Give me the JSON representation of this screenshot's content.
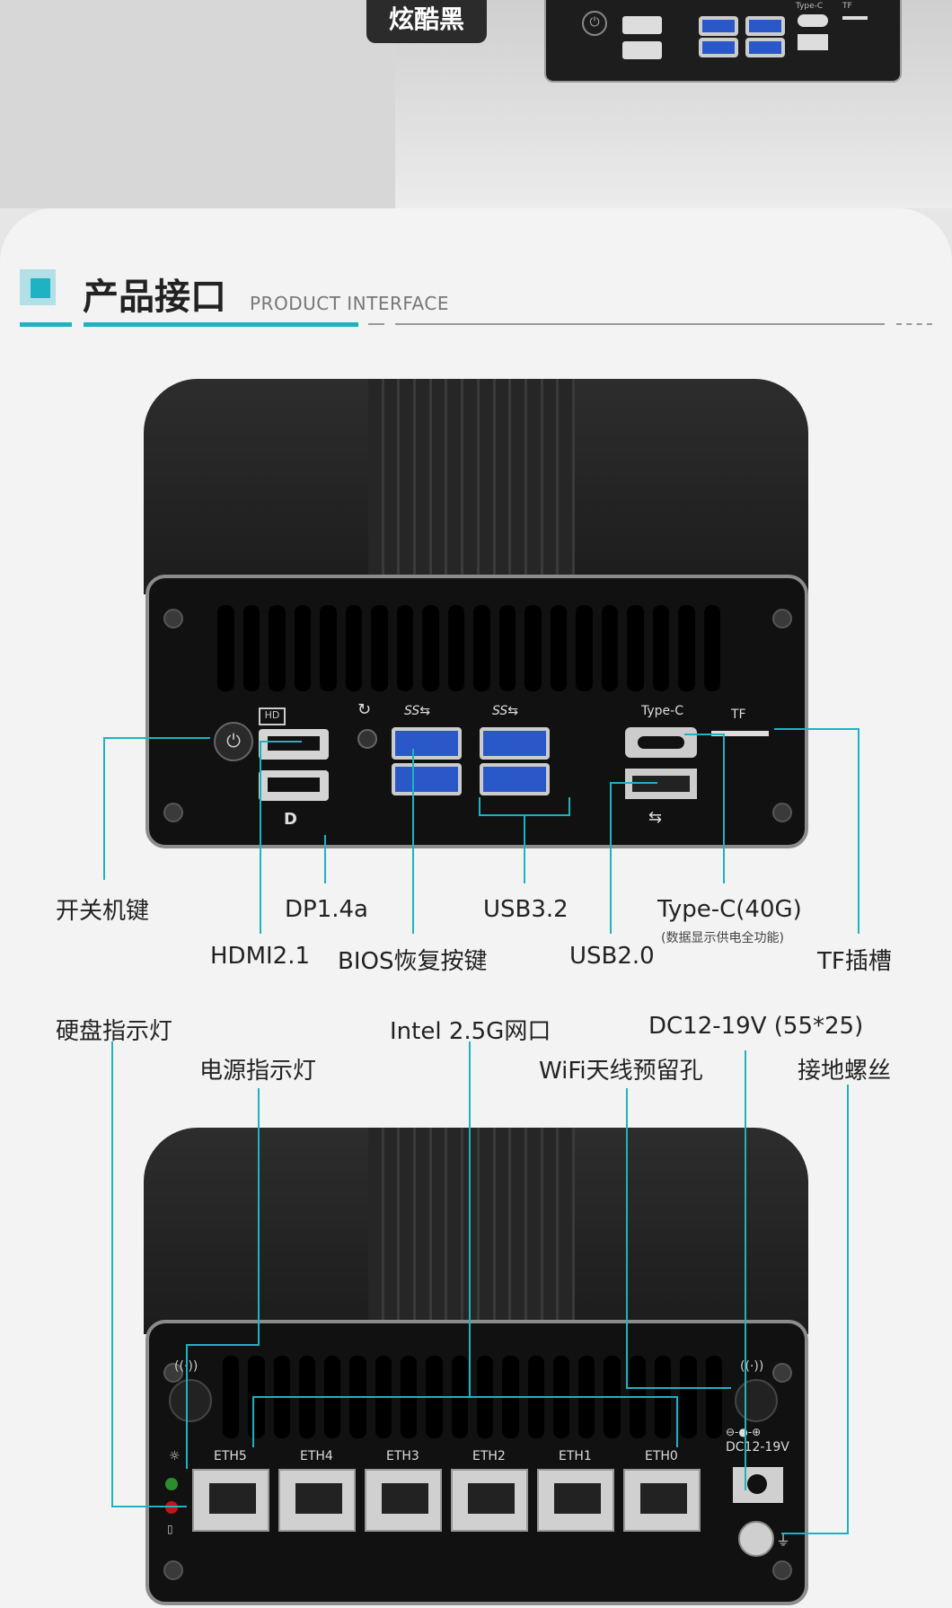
{
  "banner": {
    "tag": "炫酷黑"
  },
  "mini_ports": {
    "type_c": "Type-C",
    "tf": "TF"
  },
  "header": {
    "title": "产品接口",
    "subtitle": "PRODUCT INTERFACE"
  },
  "front_panel": {
    "port_marks": {
      "type_c": "Type-C",
      "tf": "TF"
    },
    "labels": {
      "power": "开关机键",
      "dp": "DP1.4a",
      "usb32": "USB3.2",
      "typec": "Type-C(40G)",
      "typec_note": "(数据显示供电全功能)",
      "hdmi": "HDMI2.1",
      "bios": "BIOS恢复按键",
      "usb20": "USB2.0",
      "tf": "TF插槽"
    }
  },
  "rear_panel": {
    "labels": {
      "hdd_led": "硬盘指示灯",
      "lan": "Intel 2.5G网口",
      "dc": "DC12-19V (55*25)",
      "power_led": "电源指示灯",
      "wifi": "WiFi天线预留孔",
      "ground": "接地螺丝"
    },
    "eth_ports": [
      "ETH5",
      "ETH4",
      "ETH3",
      "ETH2",
      "ETH1",
      "ETH0"
    ],
    "dc_mark": "DC12-19V"
  },
  "colors": {
    "accent": "#1fb2c2",
    "device": "#111111"
  }
}
